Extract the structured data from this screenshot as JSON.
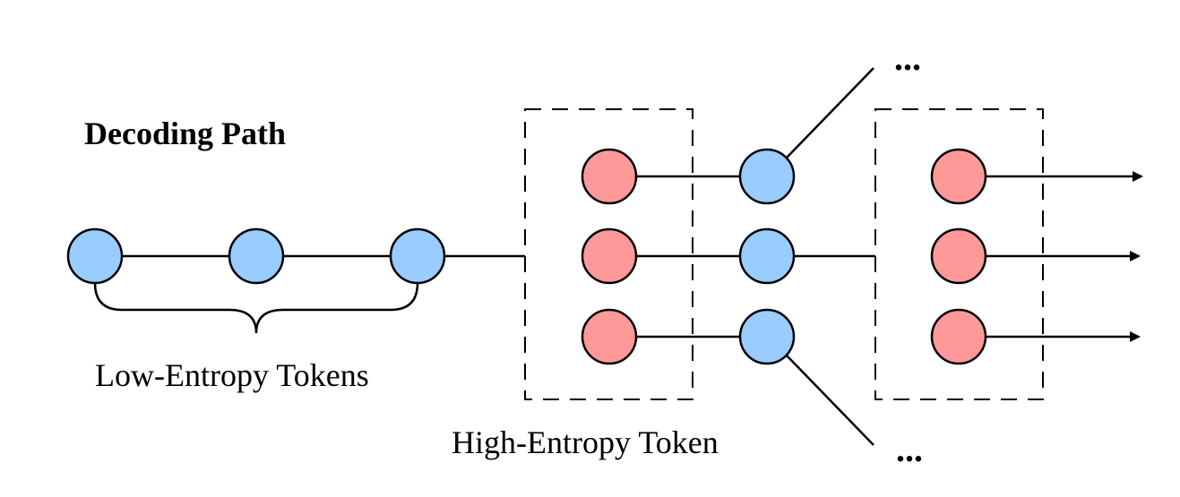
{
  "diagram": {
    "title": "Decoding Path",
    "low_entropy_label": "Low-Entropy Tokens",
    "high_entropy_label": "High-Entropy Token",
    "ellipsis_top": "...",
    "ellipsis_bottom": "...",
    "colors": {
      "low_entropy_node": "#99ccff",
      "high_entropy_node": "#ff9999",
      "stroke": "#000000"
    }
  }
}
